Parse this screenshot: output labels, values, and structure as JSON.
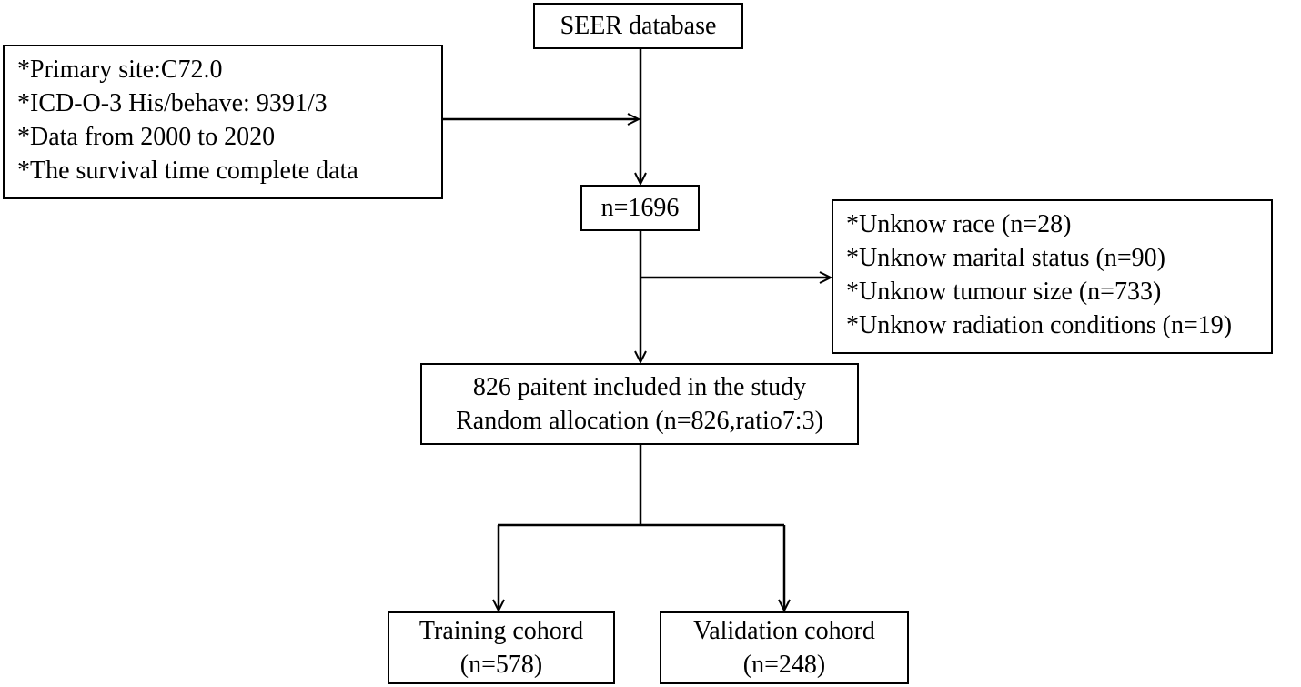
{
  "flowchart": {
    "source": {
      "label": "SEER database"
    },
    "inclusion_criteria": {
      "lines": [
        "*Primary site:C72.0",
        "*ICD-O-3 His/behave: 9391/3",
        "*Data from 2000 to 2020",
        "*The survival time complete data"
      ]
    },
    "initial_count": {
      "label": "n=1696"
    },
    "exclusion_criteria": {
      "lines": [
        "*Unknow race (n=28)",
        "*Unknow marital status (n=90)",
        "*Unknow tumour size (n=733)",
        "*Unknow radiation conditions (n=19)"
      ]
    },
    "included": {
      "lines": [
        "826 paitent included in the study",
        "Random allocation (n=826,ratio7:3)"
      ]
    },
    "training": {
      "lines": [
        "Training cohord",
        "(n=578)"
      ]
    },
    "validation": {
      "lines": [
        "Validation cohord",
        "(n=248)"
      ]
    }
  },
  "colors": {
    "stroke": "#000000",
    "background": "#ffffff"
  }
}
